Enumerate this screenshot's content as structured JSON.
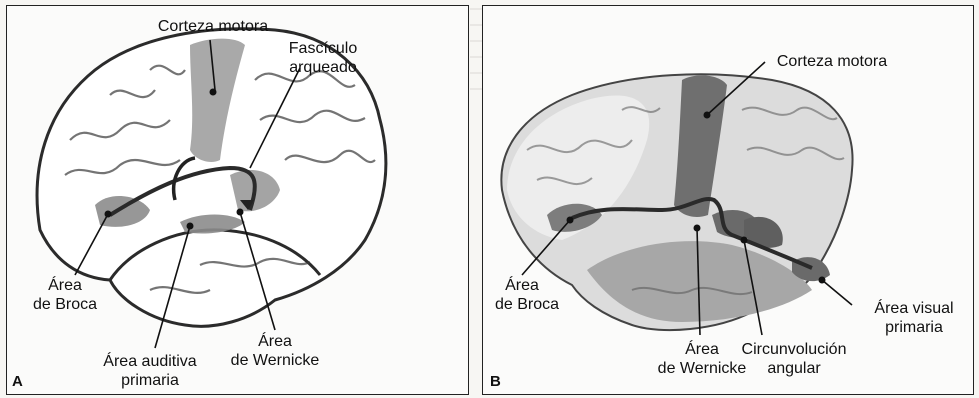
{
  "panel_a": {
    "letter": "A",
    "labels": {
      "motor_cortex": "Corteza motora",
      "arcuate_1": "Fascículo",
      "arcuate_2": "arqueado",
      "broca_1": "Área",
      "broca_2": "de Broca",
      "auditory_1": "Área auditiva",
      "auditory_2": "primaria",
      "wernicke_1": "Área",
      "wernicke_2": "de Wernicke"
    }
  },
  "panel_b": {
    "letter": "B",
    "labels": {
      "motor_cortex": "Corteza motora",
      "broca_1": "Área",
      "broca_2": "de Broca",
      "wernicke_1": "Área",
      "wernicke_2": "de Wernicke",
      "angular_1": "Circunvolución",
      "angular_2": "angular",
      "visual_1": "Área visual",
      "visual_2": "primaria"
    }
  },
  "colors": {
    "highlight_region": "#8c8c8c",
    "pathway": "#2a2a2a"
  }
}
